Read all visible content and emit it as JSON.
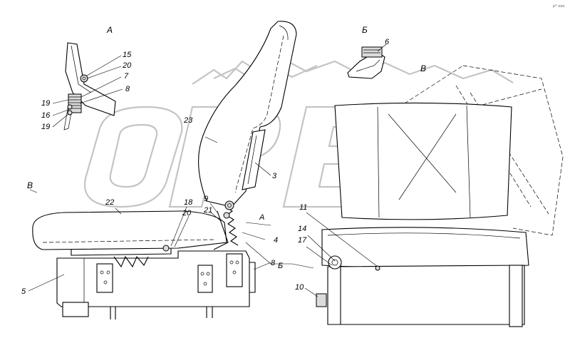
{
  "views": {
    "view_a_title": "А",
    "view_b_title": "Б",
    "view_v_title": "В"
  },
  "markers": {
    "section_v_left": "В",
    "arrow_a": "А",
    "arrow_b": "Б",
    "arrow_v": "В"
  },
  "callouts": {
    "c15": "15",
    "c20_detail": "20",
    "c7": "7",
    "c8_detail": "8",
    "c19_top": "19",
    "c16": "16",
    "c19_bottom": "19",
    "c6": "6",
    "c23": "23",
    "c3": "3",
    "c22": "22",
    "c18": "18",
    "c9": "9",
    "c20": "20",
    "c21": "21",
    "c4": "4",
    "c8": "8",
    "c5": "5",
    "c11": "11",
    "c14": "14",
    "c17": "17",
    "c10": "10"
  },
  "watermark": {
    "text": "OPEX"
  },
  "corner_stamp": "p* ooo"
}
